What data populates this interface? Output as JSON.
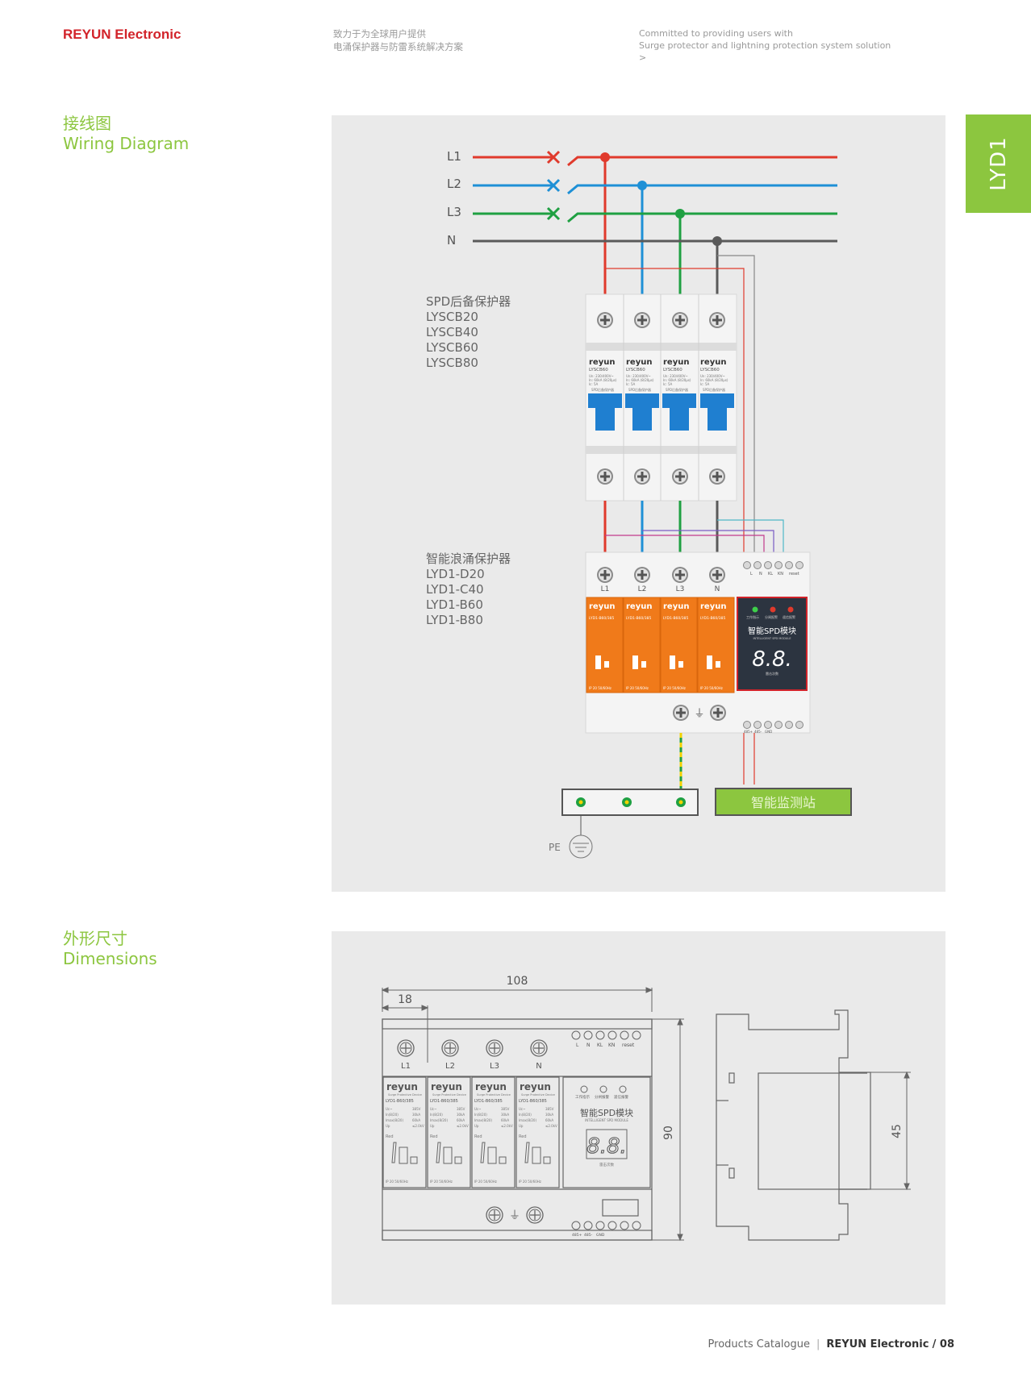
{
  "header": {
    "brand": "REYUN Electronic",
    "tagline_cn_1": "致力于为全球用户提供",
    "tagline_cn_2": "电涌保护器与防雷系统解决方案",
    "tagline_en_1": "Committed to providing users with",
    "tagline_en_2": "Surge protector and lightning protection system solution",
    "tagline_arrow": ">"
  },
  "side_tab": "LYD1",
  "wiring": {
    "title_cn": "接线图",
    "title_en": "Wiring Diagram",
    "lines": [
      "L1",
      "L2",
      "L3",
      "N"
    ],
    "line_colors": [
      "#e03a2c",
      "#1e90d6",
      "#1fa042",
      "#5a5a5a"
    ],
    "breaker_title": "SPD后备保护器",
    "breaker_models": [
      "LYSCB20",
      "LYSCB40",
      "LYSCB60",
      "LYSCB80"
    ],
    "breaker_brand": "reyun",
    "breaker_model_label": "LYSCB60",
    "breaker_spec": [
      "Un: 230/400V~",
      "In: 60kA (8/20μs)",
      "Ic: 5A"
    ],
    "breaker_name": "SPD后备保护器",
    "spd_title": "智能浪涌保护器",
    "spd_models": [
      "LYD1-D20",
      "LYD1-C40",
      "LYD1-B60",
      "LYD1-B80"
    ],
    "spd_terminals": [
      "L1",
      "L2",
      "L3",
      "N"
    ],
    "spd_brand": "reyun",
    "spd_model_label": "LYD1-B60/385",
    "spd_footer": "IP 20   50/60Hz",
    "module_terminals": [
      "L",
      "N",
      "KL",
      "KN",
      "reset"
    ],
    "module_leds": [
      "工作指示",
      "分闸报警",
      "遥信报警"
    ],
    "module_name": "智能SPD模块",
    "module_name_en": "INTELLIGENT SPD MODULE",
    "module_display": "8.8.",
    "module_counter": "雷击次数",
    "module_bottom_terminals": [
      "485+",
      "485-",
      "GND"
    ],
    "pe_label": "PE",
    "monitor_label": "智能监测站"
  },
  "dimensions": {
    "title_cn": "外形尺寸",
    "title_en": "Dimensions",
    "width_total": "108",
    "width_module": "18",
    "height": "90",
    "depth": "45",
    "terminals": [
      "L1",
      "L2",
      "L3",
      "N"
    ],
    "module_terminals": [
      "L",
      "N",
      "KL",
      "KN",
      "reset"
    ],
    "leds": [
      "工作指示",
      "分闸报警",
      "遥信报警"
    ],
    "module_name": "智能SPD模块",
    "module_name_en": "INTELLIGENT SPD MODULE",
    "display": "8.8.",
    "counter": "雷击次数",
    "bottom_terminals": [
      "485+",
      "485-",
      "GND"
    ],
    "spd_brand": "reyun",
    "spd_subtitle": "Surge Protective Device",
    "spd_model_label": "LYD1-B60/385",
    "spd_specs": [
      [
        "Uc~",
        "385V"
      ],
      [
        "In(8/20)",
        "30kA"
      ],
      [
        "Imax(8/20)",
        "60kA"
      ],
      [
        "Up",
        "≤2.0kV"
      ]
    ],
    "spd_red": "Red",
    "spd_footer": "IP 20   50/60Hz"
  },
  "footer": {
    "catalogue": "Products Catalogue",
    "separator": "|",
    "brand": "REYUN Electronic",
    "page": "/ 08"
  },
  "colors": {
    "accent_green": "#8cc63f",
    "brand_red": "#d2232a",
    "panel_gray": "#eaeaea",
    "spd_orange": "#f07a1a",
    "breaker_blue": "#1f7fd0"
  }
}
